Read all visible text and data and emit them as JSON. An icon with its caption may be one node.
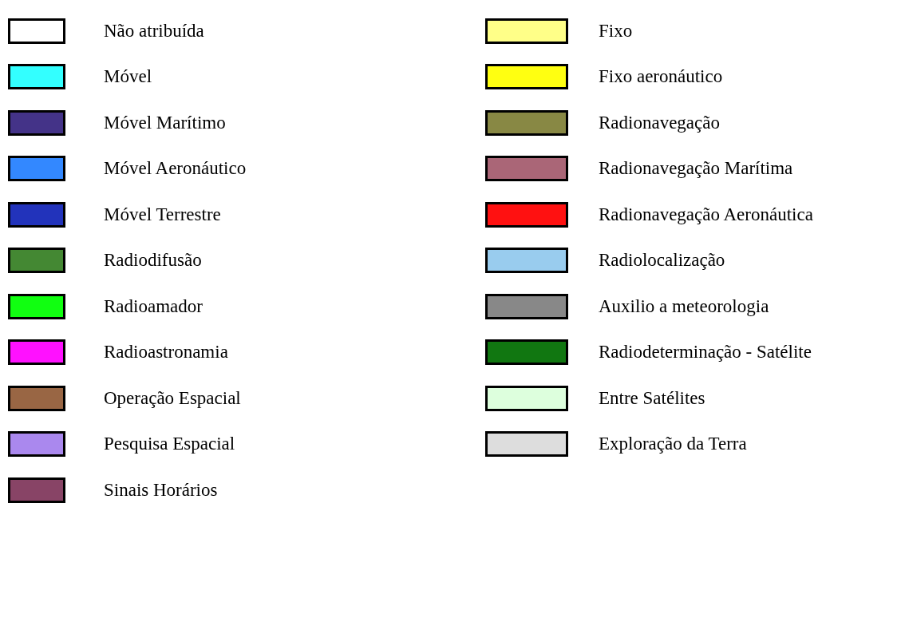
{
  "diagram": {
    "legend": [
      {
        "text": "Não atribuída",
        "color": "#ffffff"
      },
      {
        "text": "Fixo",
        "color": "#ffff88"
      },
      {
        "text": "Móvel",
        "color": "#33ffff"
      },
      {
        "text": "Fixo aeronáutico",
        "color": "#ffff11"
      },
      {
        "text": "Móvel Marítimo",
        "color": "#443388"
      },
      {
        "text": "Radionavegação",
        "color": "#888844"
      },
      {
        "text": "Móvel Aeronáutico",
        "color": "#3388ff"
      },
      {
        "text": "Radionavegação Marítima",
        "color": "#aa6677"
      },
      {
        "text": "Móvel Terrestre",
        "color": "#2233bb"
      },
      {
        "text": "Radionavegação Aeronáutica",
        "color": "#ff1111"
      },
      {
        "text": "Radiodifusão",
        "color": "#448833"
      },
      {
        "text": "Radiolocalização",
        "color": "#99ccee"
      },
      {
        "text": "Radioamador",
        "color": "#11ff11"
      },
      {
        "text": "Auxilio a meteorologia",
        "color": "#888888"
      },
      {
        "text": "Radioastronamia",
        "color": "#ff11ff"
      },
      {
        "text": "Radiodeterminação - Satélite",
        "color": "#117711"
      },
      {
        "text": "Operação Espacial",
        "color": "#996644"
      },
      {
        "text": "Entre Satélites",
        "color": "#ddffdd"
      },
      {
        "text": "Pesquisa Espacial",
        "color": "#aa88ee"
      },
      {
        "text": "Exploração da Terra",
        "color": "#dddddd"
      },
      {
        "text": "Sinais Horários",
        "color": "#884466"
      }
    ]
  }
}
